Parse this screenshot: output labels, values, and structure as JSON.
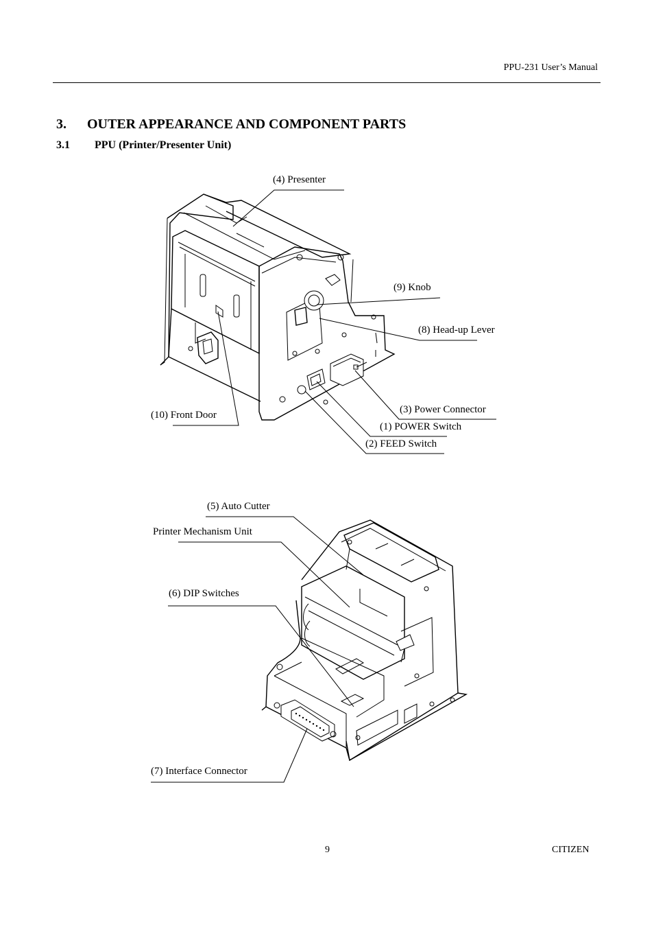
{
  "header": {
    "manual_title": "PPU-231 User’s Manual"
  },
  "section": {
    "number": "3.",
    "title": "OUTER APPEARANCE AND COMPONENT PARTS"
  },
  "subsection": {
    "number": "3.1",
    "title": "PPU (Printer/Presenter Unit)"
  },
  "figure1": {
    "labels": {
      "presenter": "(4) Presenter",
      "knob": "(9) Knob",
      "head_up_lever": "(8) Head-up Lever",
      "front_door": "(10) Front Door",
      "power_connector": "(3) Power Connector",
      "power_switch": "(1) POWER Switch",
      "feed_switch": "(2) FEED Switch"
    }
  },
  "figure2": {
    "labels": {
      "auto_cutter": "(5) Auto Cutter",
      "printer_mechanism": "Printer Mechanism Unit",
      "dip_switches": "(6) DIP Switches",
      "interface_connector": "(7) Interface Connector"
    }
  },
  "footer": {
    "page_number": "9",
    "brand": "CITIZEN"
  }
}
